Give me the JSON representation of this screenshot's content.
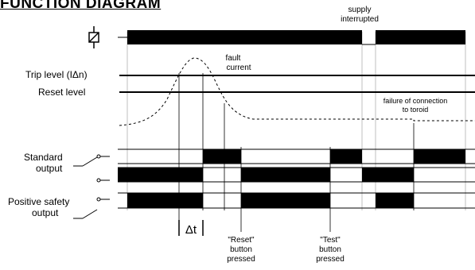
{
  "title": "FUNCTION DIAGRAM",
  "labels": {
    "trip_level": "Trip level (IΔn)",
    "reset_level": "Reset level",
    "fault_current_l1": "fault",
    "fault_current_l2": "current",
    "supply_l1": "supply",
    "supply_l2": "interrupted",
    "failure_l1": "failure of connection",
    "failure_l2": "to toroid",
    "standard_l1": "Standard",
    "standard_l2": "output",
    "positive_l1": "Positive safety",
    "positive_l2": "output",
    "delta_t": "Δt",
    "reset_btn_l1": "\"Reset\"",
    "reset_btn_l2": "button",
    "reset_btn_l3": "pressed",
    "test_btn_l1": "\"Test\"",
    "test_btn_l2": "button",
    "test_btn_l3": "pressed"
  },
  "colors": {
    "ink": "#000000",
    "grid": "#b0b0b0",
    "fill": "#000000"
  }
}
